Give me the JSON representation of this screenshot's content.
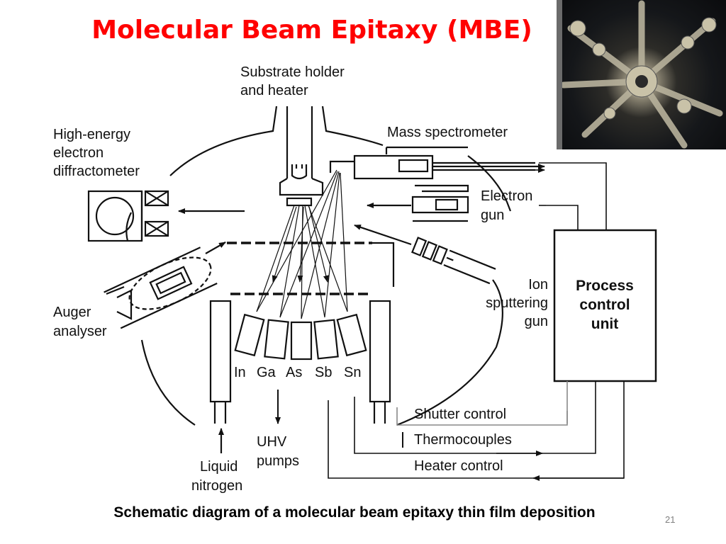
{
  "slide": {
    "title": "Molecular Beam Epitaxy (MBE)",
    "caption": "Schematic diagram of a molecular beam epitaxy thin film deposition",
    "slide_number": "21"
  },
  "diagram": {
    "labels": {
      "substrate_line1": "Substrate holder",
      "substrate_line2": "and heater",
      "heed_line1": "High-energy",
      "heed_line2": "electron",
      "heed_line3": "diffractometer",
      "mass_spec": "Mass spectrometer",
      "egun_line1": "Electron",
      "egun_line2": "gun",
      "ion_line1": "Ion",
      "ion_line2": "sputtering",
      "ion_line3": "gun",
      "pcu_line1": "Process",
      "pcu_line2": "control",
      "pcu_line3": "unit",
      "auger_line1": "Auger",
      "auger_line2": "analyser",
      "uhv_line1": "UHV",
      "uhv_line2": "pumps",
      "ln_line1": "Liquid",
      "ln_line2": "nitrogen",
      "shutter": "Shutter control",
      "thermo": "Thermocouples",
      "heater": "Heater control"
    },
    "sources": [
      "In",
      "Ga",
      "As",
      "Sb",
      "Sn"
    ]
  },
  "colors": {
    "title": "#ff0000",
    "line": "#111111",
    "shutter_line": "#888888"
  }
}
